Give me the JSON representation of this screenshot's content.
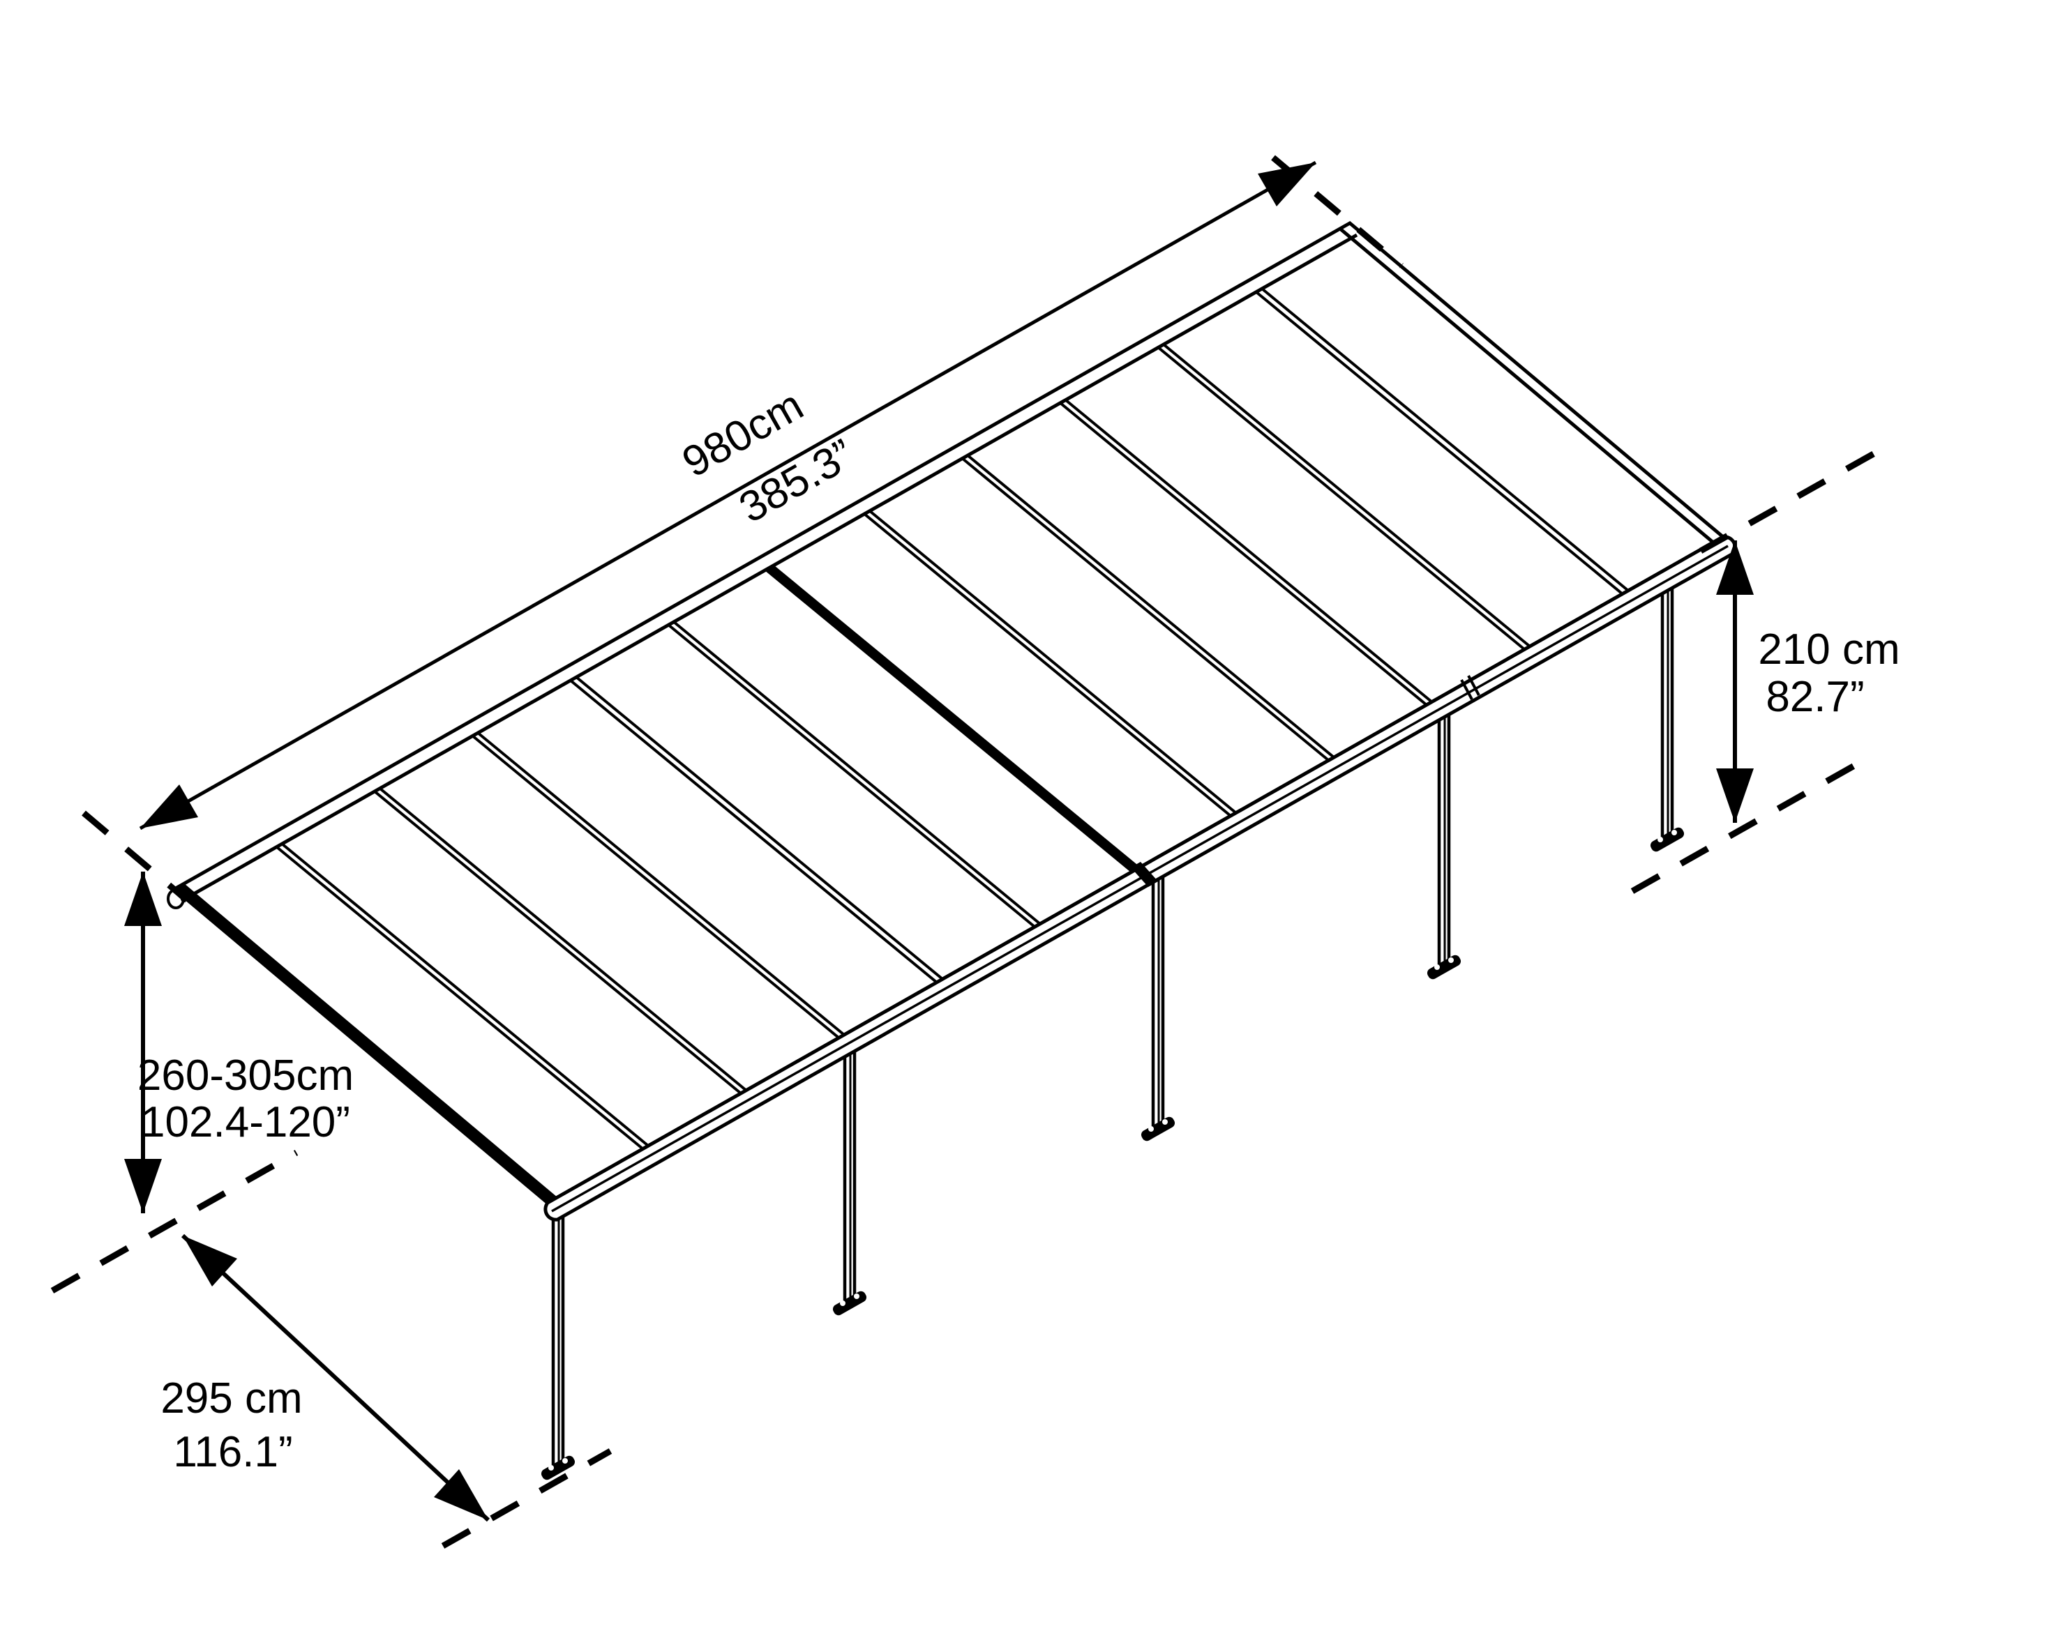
{
  "diagram": {
    "title": "patio-cover-dimension-drawing",
    "colors": {
      "line": "#000000",
      "background": "#ffffff"
    },
    "dimensions": {
      "length": {
        "metric": "980cm",
        "imperial": "385.3”"
      },
      "wall_height": {
        "metric": "260-305cm",
        "imperial": "102.4-120”"
      },
      "depth": {
        "metric": "295 cm",
        "imperial": "116.1”"
      },
      "front_height": {
        "metric": "210 cm",
        "imperial": "82.7”"
      }
    }
  }
}
